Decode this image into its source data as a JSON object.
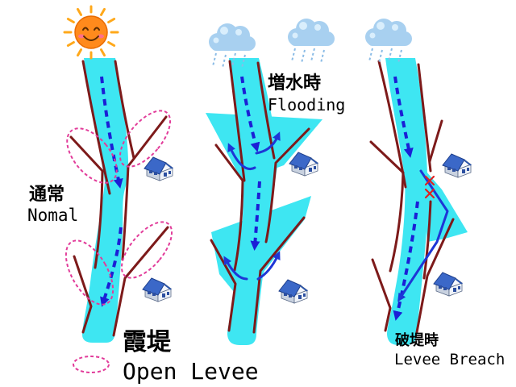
{
  "panels": {
    "normal": {
      "label_ja": "通常",
      "label_en": "Nomal"
    },
    "flooding": {
      "label_ja": "増水時",
      "label_en": "Flooding"
    },
    "breach": {
      "label_ja": "破堤時",
      "label_en": "Levee Breach"
    }
  },
  "legend": {
    "label_ja": "霞堤",
    "label_en": "Open Levee"
  },
  "icons": {
    "sun": "sun-icon",
    "cloud": "rain-cloud-icon",
    "house": "house-icon",
    "breach": "breach-mark-icon"
  },
  "colors": {
    "river": "#3ee6f2",
    "levee": "#7d1a1a",
    "flow_arrow": "#1b1fd6",
    "open_levee_marker": "#e23c9a",
    "breach_mark": "#e02020",
    "house_roof": "#3b68c8",
    "sun": "#ff8a1c",
    "cloud": "#a8d0f0"
  }
}
